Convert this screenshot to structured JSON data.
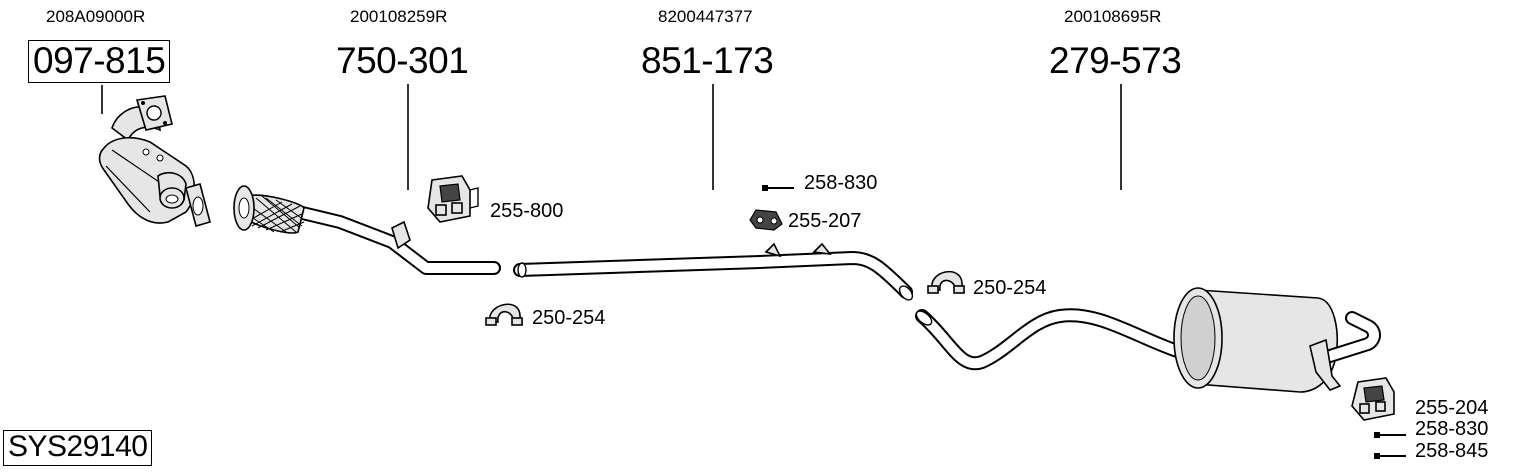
{
  "parts": [
    {
      "oem": "208A09000R",
      "number": "097-815"
    },
    {
      "oem": "200108259R",
      "number": "750-301"
    },
    {
      "oem": "8200447377",
      "number": "851-173"
    },
    {
      "oem": "200108695R",
      "number": "279-573"
    }
  ],
  "accessories": {
    "hanger_front": "255-800",
    "clamp_front": "250-254",
    "bolt_mid": "258-830",
    "rubber_mid": "255-207",
    "clamp_rear": "250-254",
    "hanger_rear": "255-204",
    "bolt_rear_1": "258-830",
    "bolt_rear_2": "258-845"
  },
  "system_id": "SYS29140"
}
